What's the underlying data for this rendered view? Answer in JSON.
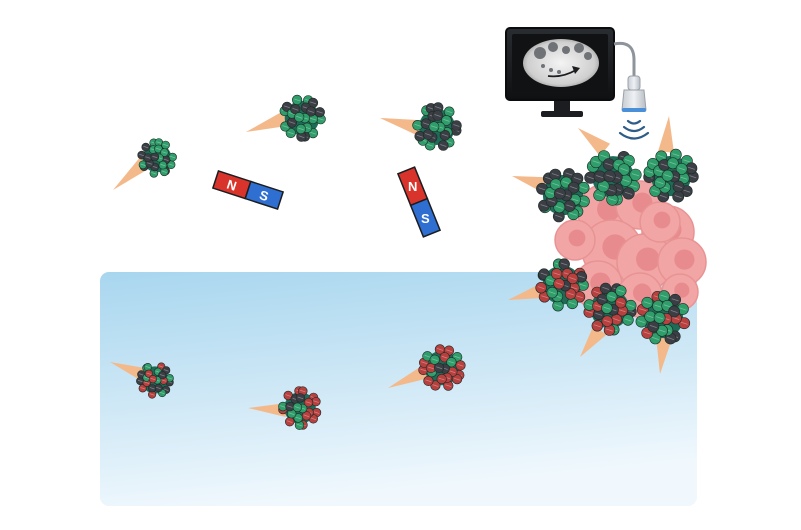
{
  "colors": {
    "background": "#ffffff",
    "vessel_top": "#a8d6ef",
    "vessel_bottom": "#eef7fd",
    "tail": "#f3b98a",
    "core": "#1e6b57",
    "green_particle": "#2f9e6b",
    "dark_particle": "#3b3f45",
    "red_particle": "#b8403f",
    "tumor_cell": "#f2a5a5",
    "tumor_nucleus": "#e88b8e",
    "magnet_north": "#d9342b",
    "magnet_south": "#2f6fd1",
    "monitor_frame": "#1b1d20",
    "probe_body": "#d8dde2",
    "probe_tip": "#4a90d9",
    "wave": "#2f5d8a"
  },
  "icons": {
    "magnet": "bar-magnet-icon",
    "monitor": "ultrasound-monitor-icon",
    "probe": "ultrasound-probe-icon",
    "signal": "ultrasound-wave-icon",
    "tumor": "tumor-cluster-icon",
    "microrobot": "microrobot-cluster-icon"
  },
  "magnets": [
    {
      "north_label": "N",
      "south_label": "S"
    },
    {
      "north_label": "N",
      "south_label": "S"
    }
  ]
}
